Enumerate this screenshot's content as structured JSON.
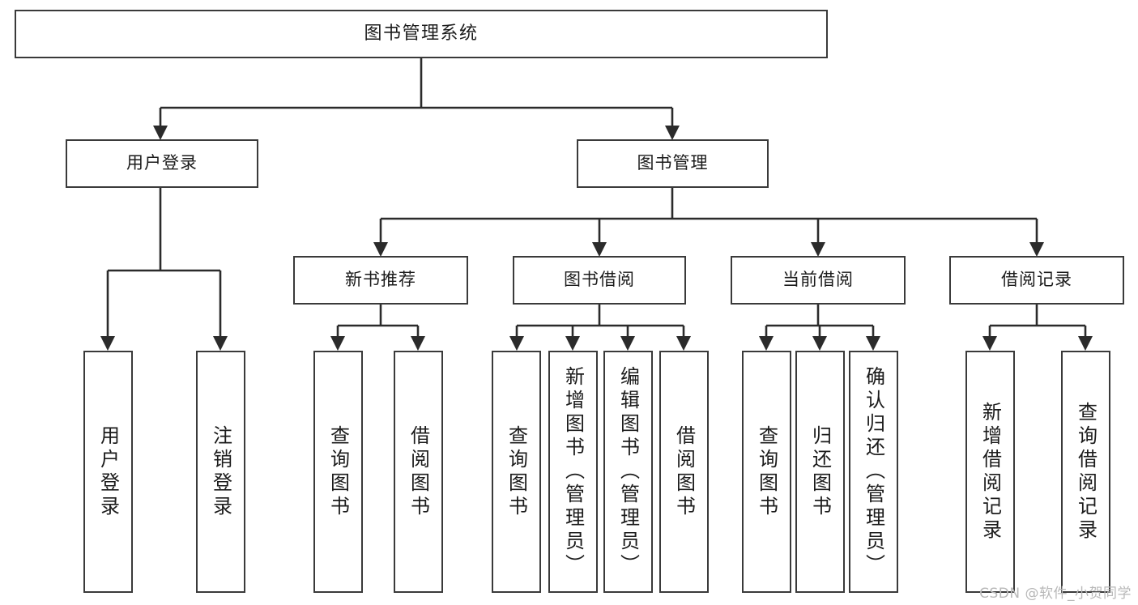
{
  "diagram": {
    "title": "图书管理系统",
    "type": "tree-diagram",
    "watermark": "CSDN @软件_小贺同学",
    "colors": {
      "background": "#ffffff",
      "box_border": "#3a3a3a",
      "box_fill": "#ffffff",
      "text": "#1b1b1b",
      "connector": "#2b2b2b",
      "watermark": "#b8b8b8"
    },
    "nodes": {
      "root": {
        "label": "图书管理系统"
      },
      "level1": [
        {
          "label": "用户登录"
        },
        {
          "label": "图书管理"
        }
      ],
      "level2": [
        {
          "label": "新书推荐"
        },
        {
          "label": "图书借阅"
        },
        {
          "label": "当前借阅"
        },
        {
          "label": "借阅记录"
        }
      ],
      "leaves": {
        "user_login": [
          {
            "label": "用户登录"
          },
          {
            "label": "注销登录"
          }
        ],
        "new_book_recommend": [
          {
            "label": "查询图书"
          },
          {
            "label": "借阅图书"
          }
        ],
        "book_borrow": [
          {
            "label": "查询图书"
          },
          {
            "label": "新增图书（管理员）"
          },
          {
            "label": "编辑图书（管理员）"
          },
          {
            "label": "借阅图书"
          }
        ],
        "current_borrow": [
          {
            "label": "查询图书"
          },
          {
            "label": "归还图书"
          },
          {
            "label": "确认归还（管理员）"
          }
        ],
        "borrow_record": [
          {
            "label": "新增借阅记录"
          },
          {
            "label": "查询借阅记录"
          }
        ]
      }
    }
  }
}
